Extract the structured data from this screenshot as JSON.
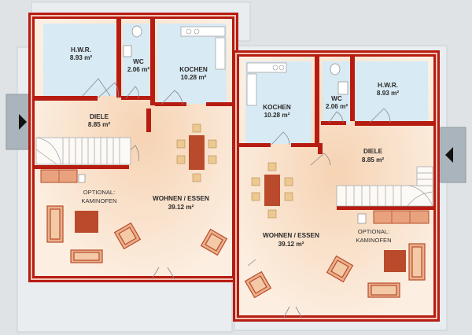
{
  "colors": {
    "background": "#dfe3e6",
    "wall": "#b71c12",
    "wall_light": "#e9a28d",
    "floor": "#fbe9d6",
    "floor_warm": "#f7dcc4",
    "bath": "#d6e9f1",
    "furniture": "#e7aa82",
    "furniture_dark": "#b94b2c",
    "arrow_box": "#a9b3bb"
  },
  "unit_left": {
    "rooms": {
      "hwr": {
        "name": "H.W.R.",
        "area": "8.93 m²"
      },
      "wc": {
        "name": "WC",
        "area": "2.06 m²"
      },
      "kitchen": {
        "name": "KOCHEN",
        "area": "10.28 m²"
      },
      "hall": {
        "name": "DIELE",
        "area": "8.85 m²"
      },
      "living": {
        "name": "WOHNEN / ESSEN",
        "area": "39.12 m²"
      }
    },
    "fireplace": {
      "line1": "OPTIONAL:",
      "line2": "KAMINOFEN"
    }
  },
  "unit_right": {
    "rooms": {
      "hwr": {
        "name": "H.W.R.",
        "area": "8.93 m²"
      },
      "wc": {
        "name": "WC",
        "area": "2.06 m²"
      },
      "kitchen": {
        "name": "KOCHEN",
        "area": "10.28 m²"
      },
      "hall": {
        "name": "DIELE",
        "area": "8.85 m²"
      },
      "living": {
        "name": "WOHNEN / ESSEN",
        "area": "39.12 m²"
      }
    },
    "fireplace": {
      "line1": "OPTIONAL:",
      "line2": "KAMINOFEN"
    }
  },
  "entrances": {
    "left": "arrow-right-icon",
    "right": "arrow-left-icon"
  }
}
